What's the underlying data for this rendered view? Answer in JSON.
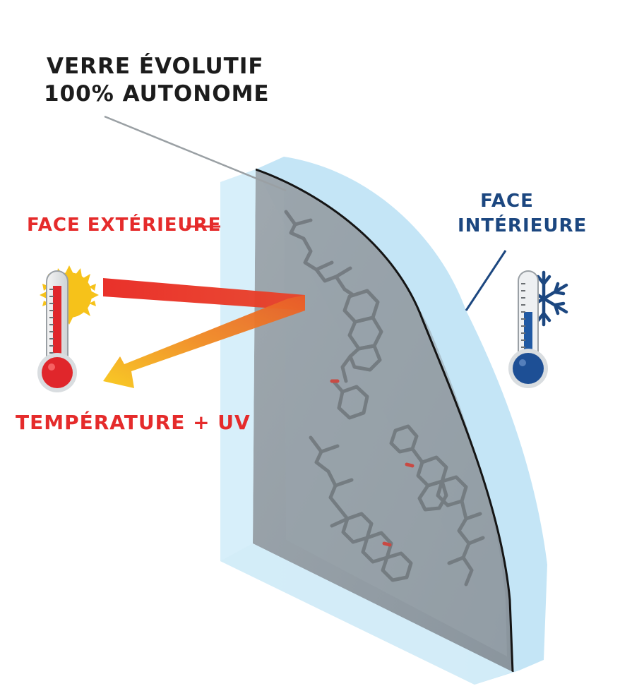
{
  "labels": {
    "title_line1": "VERRE ÉVOLUTIF",
    "title_line2": "100% AUTONOME",
    "exterior": "FACE EXTÉRIEURE",
    "interior_line1": "FACE",
    "interior_line2": "INTÉRIEURE",
    "temperature_uv": "TEMPÉRATURE + UV"
  },
  "colors": {
    "hot": "#e52b2b",
    "cold": "#1c4780",
    "glass": "#cfe9f7",
    "tint": "#8e969d",
    "sun": "#f6c21a",
    "arrow_start": "#e83025",
    "arrow_end": "#f7c41b"
  },
  "icons": [
    "thermometer-hot-icon",
    "sun-icon",
    "thermometer-cold-icon",
    "snowflake-icon"
  ]
}
